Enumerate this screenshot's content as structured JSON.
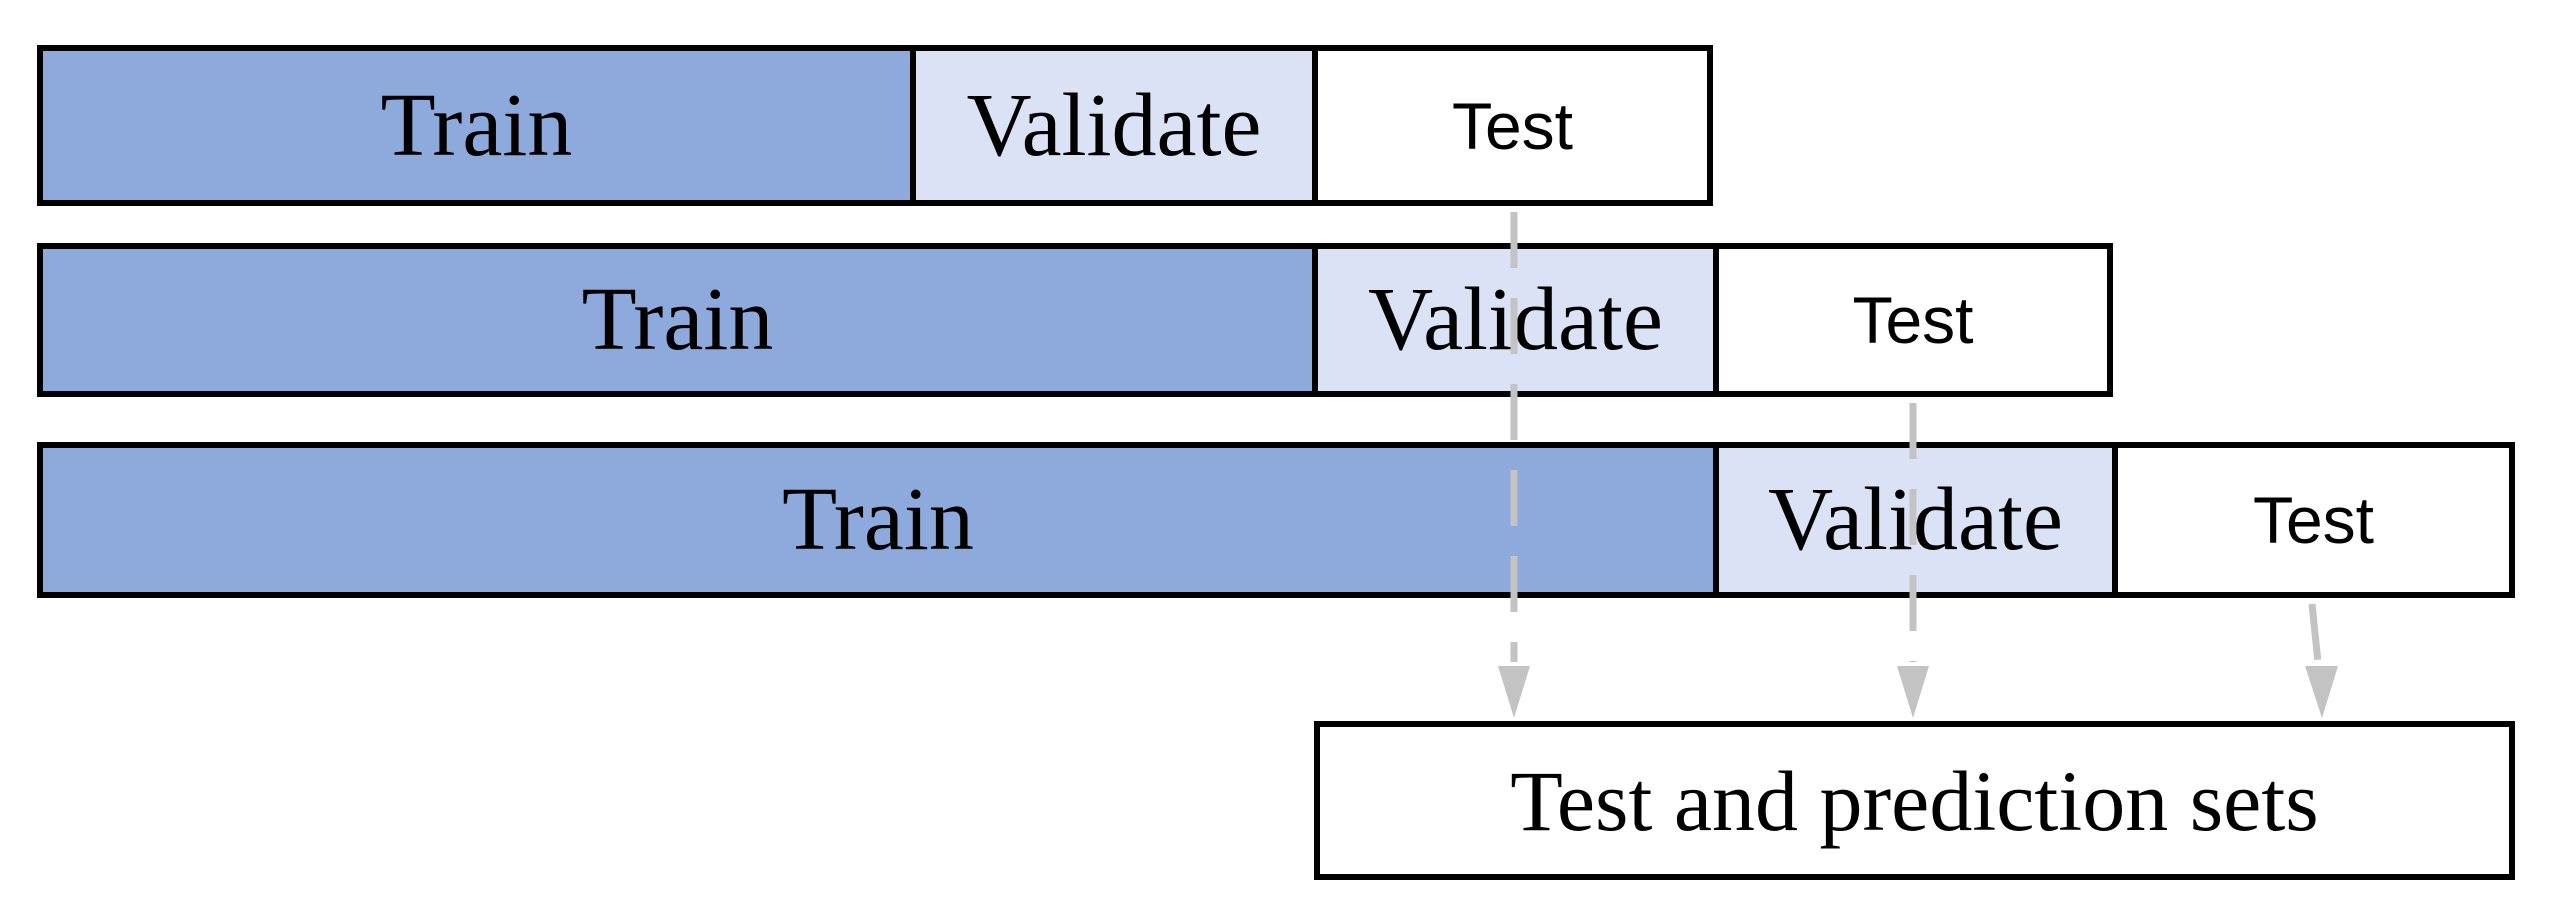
{
  "diagram": {
    "rows": [
      {
        "train": "Train",
        "validate": "Validate",
        "test": "Test"
      },
      {
        "train": "Train",
        "validate": "Validate",
        "test": "Test"
      },
      {
        "train": "Train",
        "validate": "Validate",
        "test": "Test"
      }
    ],
    "output_box": {
      "label": "Test and prediction sets"
    },
    "colors": {
      "train_fill": "#8EA9DB",
      "validate_fill": "#DCE2F5",
      "test_fill": "#FFFFFF",
      "border": "#000000",
      "arrow": "#C3C3C3",
      "background": "#FFFFFF"
    }
  }
}
